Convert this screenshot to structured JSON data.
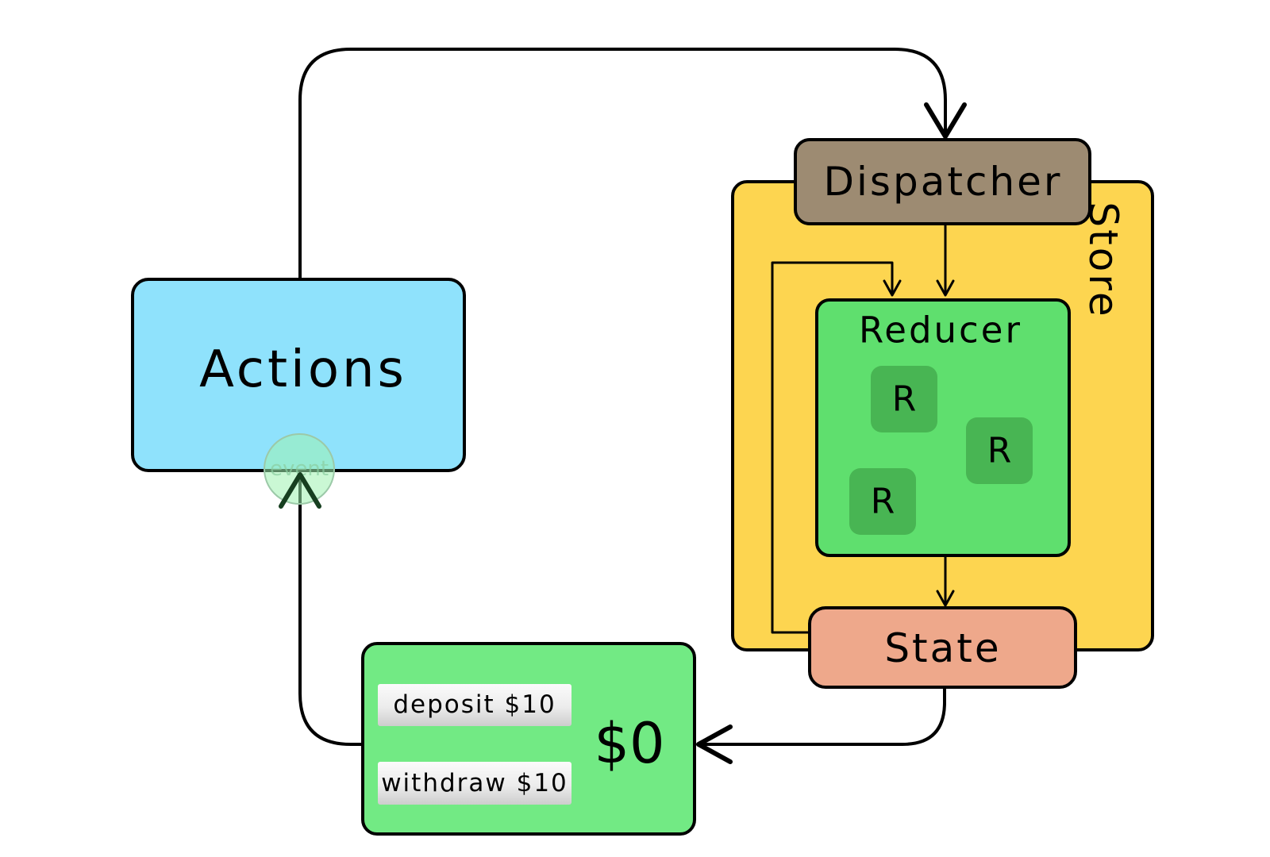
{
  "diagram": {
    "actions": {
      "label": "Actions",
      "fill": "#8fe2fc"
    },
    "event_marker": {
      "label": "event",
      "fill": "#9ef2b0"
    },
    "store": {
      "label": "Store",
      "fill": "#fdd550"
    },
    "dispatcher": {
      "label": "Dispatcher",
      "fill": "#9d8b72"
    },
    "reducer": {
      "label": "Reducer",
      "fill": "#5fdf6e",
      "sub_reducers": [
        "R",
        "R",
        "R"
      ],
      "sub_fill": "#48b553"
    },
    "state": {
      "label": "State",
      "fill": "#eea88b"
    },
    "view": {
      "fill": "#72ea84",
      "balance": "$0",
      "deposit_label": "deposit $10",
      "withdraw_label": "withdraw $10"
    }
  }
}
